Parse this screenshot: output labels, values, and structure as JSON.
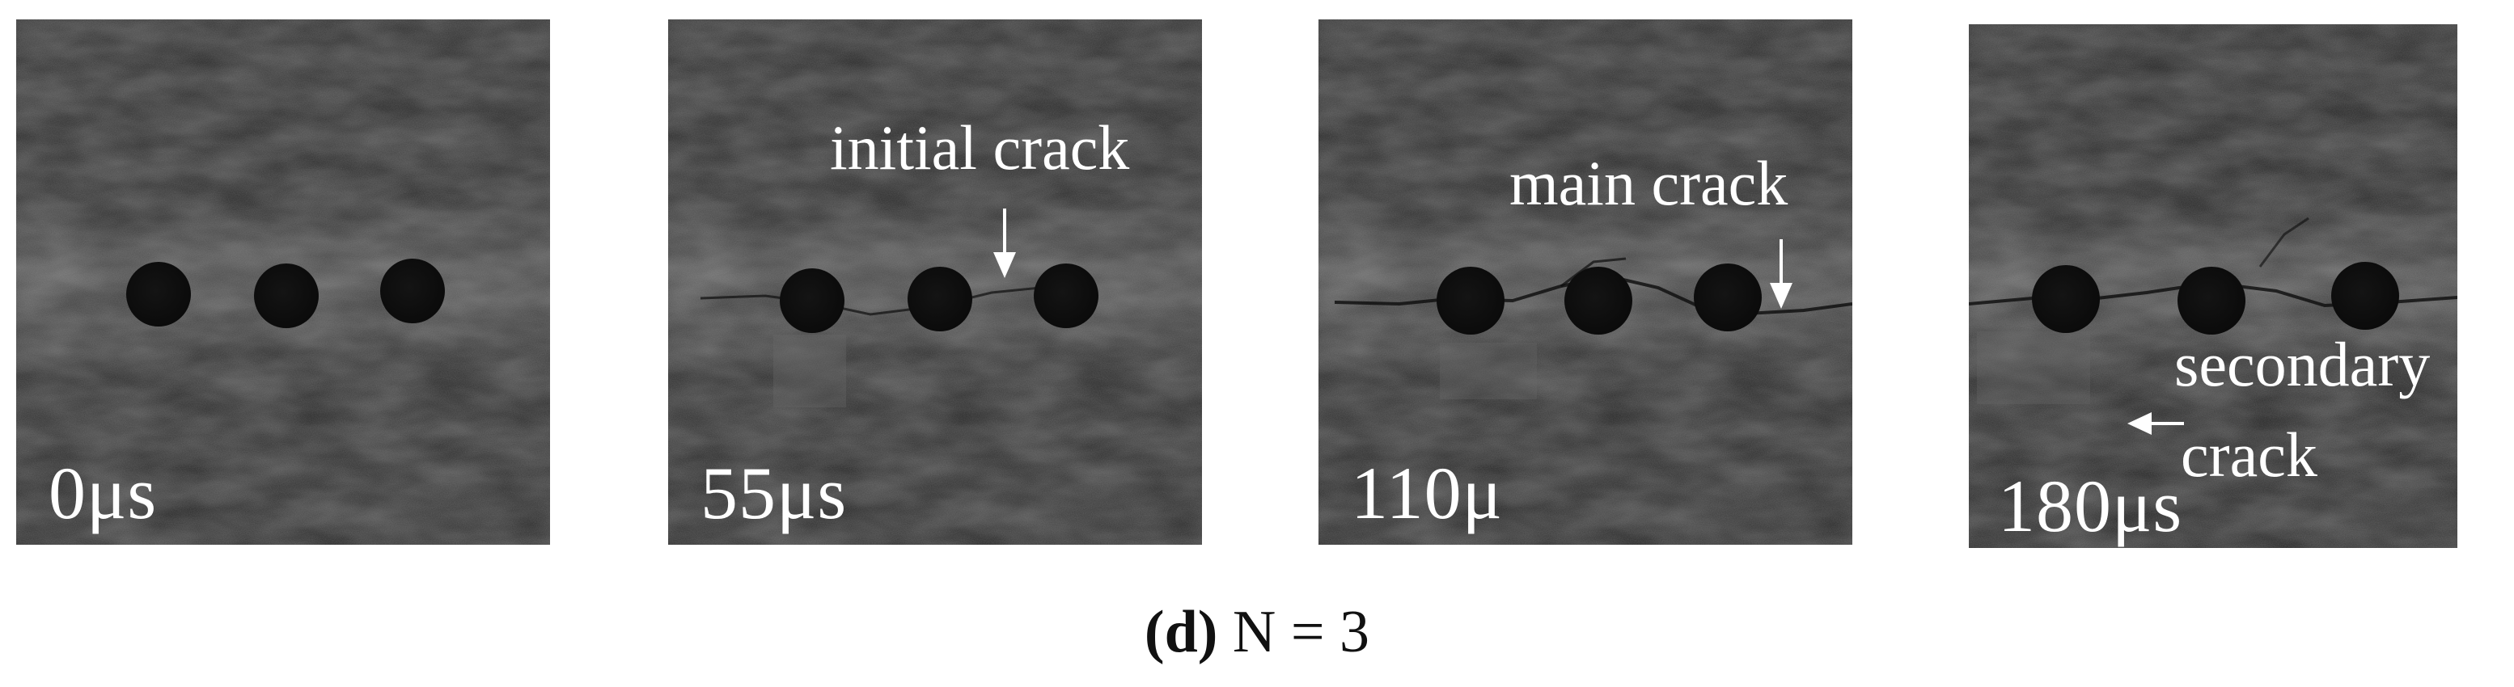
{
  "panels": [
    {
      "time": "0μs"
    },
    {
      "time": "55μs",
      "annotation": "initial crack"
    },
    {
      "time": "110μ",
      "annotation": "main crack"
    },
    {
      "time": "180μs",
      "annotation_line1": "secondary",
      "annotation_line2": "crack"
    }
  ],
  "caption": {
    "letter": "(d)",
    "text": " N = 3"
  }
}
